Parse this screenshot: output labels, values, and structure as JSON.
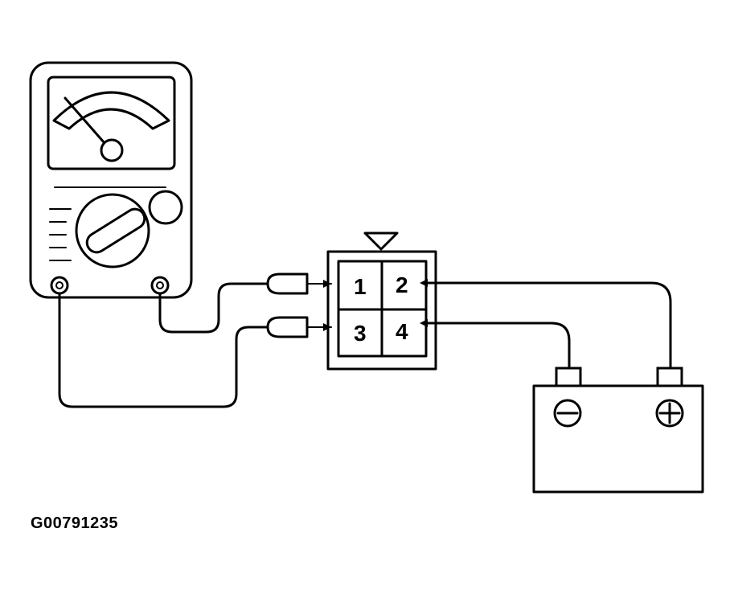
{
  "connector": {
    "pins": [
      {
        "label": "1"
      },
      {
        "label": "2"
      },
      {
        "label": "3"
      },
      {
        "label": "4"
      }
    ]
  },
  "battery": {
    "negative_symbol": "⊖",
    "positive_symbol": "⊕"
  },
  "figure_id": "G00791235",
  "icons": {
    "meter": "ohmmeter-icon",
    "battery": "battery-icon",
    "connector": "connector-icon"
  }
}
